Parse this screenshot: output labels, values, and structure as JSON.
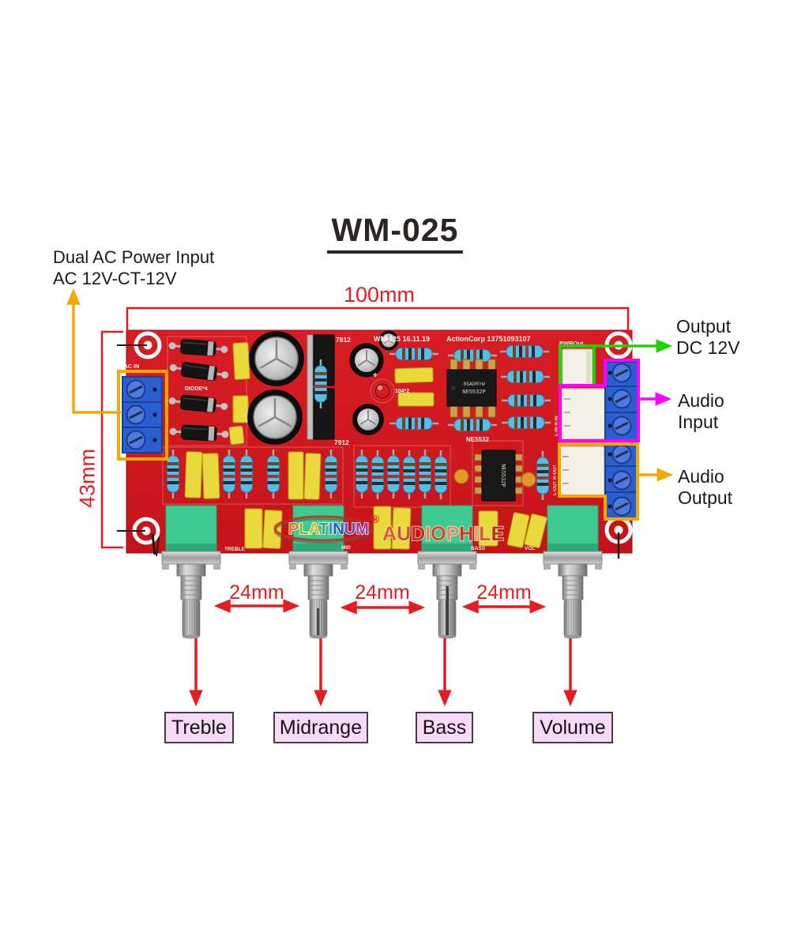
{
  "title": "WM-025",
  "labels": {
    "power_input_line1": "Dual AC Power Input",
    "power_input_line2": "AC 12V-CT-12V",
    "dim_width": "100mm",
    "dim_height": "43mm",
    "output_dc_line1": "Output",
    "output_dc_line2": "DC 12V",
    "audio_in_line1": "Audio",
    "audio_in_line2": "Input",
    "audio_out_line1": "Audio",
    "audio_out_line2": "Output",
    "spacing": [
      "24mm",
      "24mm",
      "24mm"
    ],
    "knobs": [
      "Treble",
      "Midrange",
      "Bass",
      "Volume"
    ]
  },
  "board_silkscreen": {
    "regulator_top": "7812",
    "regulator_bottom": "7912",
    "model_date": "WM-025 16.11.19",
    "maker_phone": "ActionCorp 13751093107",
    "power_out": "PWROut",
    "ac_in": "AC IN",
    "diode_note": "DIODE*4",
    "plus": "+",
    "cap_code": "104*2",
    "opamp_label": "NE5532",
    "audio_in_vertical": "L-IN R-IN",
    "audio_out_vertical": "L-OUT R-OUT",
    "pot_labels": [
      "TREBLE",
      "MID",
      "BASS",
      "VOL"
    ]
  },
  "chips": {
    "ic1_line1": "85ADRYW",
    "ic1_line2": "NE5532P",
    "ic2": "NE5532P"
  },
  "watermark": {
    "brand": "PLATINUM",
    "reg": "®",
    "brand2": "AUDIOPHILE",
    "brand_colors": [
      "#e07818",
      "#8cb428",
      "#d4bc20",
      "#38a878",
      "#4488c8",
      "#2458b8",
      "#6848b0",
      "#9838a8"
    ],
    "brand2_colors": [
      "#e06018",
      "#d05028",
      "#c03018",
      "#e08858",
      "#d04828",
      "#e09068",
      "#c83820",
      "#e0a070",
      "#d85830",
      "#c03018"
    ]
  },
  "colors": {
    "annotation_red": "#e51d20",
    "annotation_orange": "#f7a800",
    "annotation_green": "#1ed400",
    "annotation_magenta": "#ff00ff",
    "label_box_fill": "#f8d9f8",
    "pcb_red": "#d01920"
  }
}
